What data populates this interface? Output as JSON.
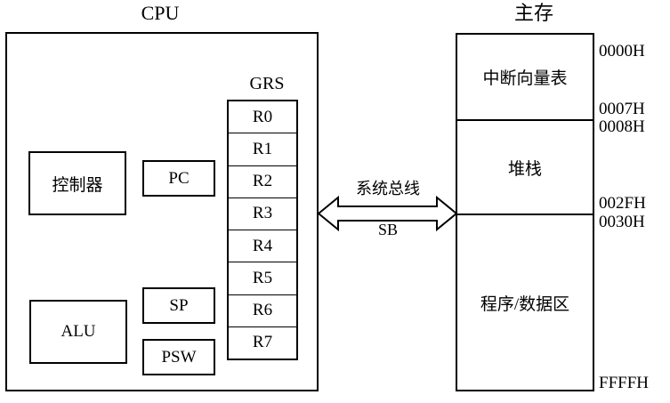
{
  "diagram": {
    "cpu": {
      "title": "CPU",
      "units": [
        {
          "id": "controller",
          "label": "控制器"
        },
        {
          "id": "pc",
          "label": "PC"
        },
        {
          "id": "alu",
          "label": "ALU"
        },
        {
          "id": "sp",
          "label": "SP"
        },
        {
          "id": "psw",
          "label": "PSW"
        }
      ],
      "register_file": {
        "title": "GRS",
        "registers": [
          "R0",
          "R1",
          "R2",
          "R3",
          "R4",
          "R5",
          "R6",
          "R7"
        ]
      }
    },
    "bus": {
      "label_top": "系统总线",
      "label_bottom": "SB",
      "icon": "double-headed-arrow-icon"
    },
    "memory": {
      "title": "主存",
      "segments": [
        {
          "id": "interrupt-vector-table",
          "label": "中断向量表",
          "start": "0000H",
          "end": "0007H"
        },
        {
          "id": "stack",
          "label": "堆栈",
          "start": "0008H",
          "end": "002FH"
        },
        {
          "id": "program-data-area",
          "label": "程序/数据区",
          "start": "0030H",
          "end": "FFFFH"
        }
      ],
      "address_labels": [
        "0000H",
        "0007H",
        "0008H",
        "002FH",
        "0030H",
        "FFFFH"
      ]
    },
    "colors": {
      "stroke": "#000000",
      "background": "#ffffff"
    }
  }
}
